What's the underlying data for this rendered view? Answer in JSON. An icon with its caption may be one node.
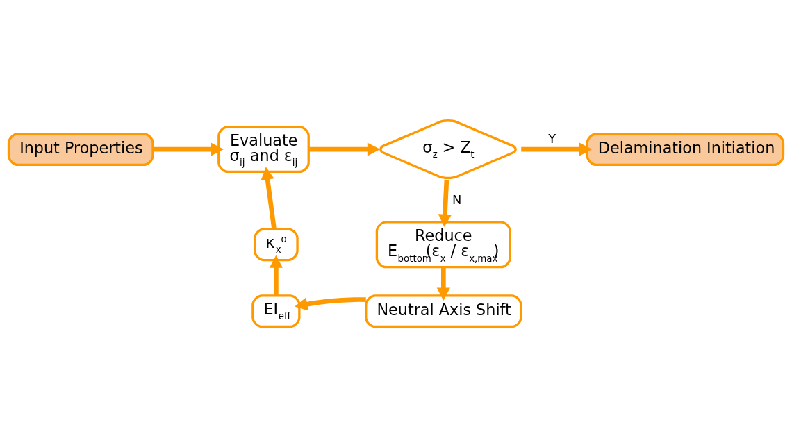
{
  "diagram": {
    "nodes": [
      {
        "text": [
          "Input Properties"
        ]
      },
      {
        "text": [
          "Evaluate",
          "σ$_{ij}$ and ε$_{ij}$"
        ]
      },
      {
        "text": [
          "σ$_{z}$ > Z$_{t}$"
        ]
      },
      {
        "text": [
          "Delamination Initiation"
        ]
      },
      {
        "text": [
          "Reduce",
          "E$_{bottom}$(ε$_{x}$ / ε$_{x,max}$)"
        ]
      },
      {
        "text": [
          "Neutral Axis Shift"
        ]
      },
      {
        "text": [
          "EI$_{eff}$"
        ]
      },
      {
        "text": [
          "κ$_{x}$$^{o}$"
        ]
      }
    ],
    "edges": [
      {
        "from": 0,
        "to": 1,
        "arrow": "to"
      },
      {
        "from": 1,
        "to": 2,
        "arrow": "to"
      },
      {
        "from": 2,
        "to": 3,
        "arrow": "to",
        "label": "Y"
      },
      {
        "from": 2,
        "to": 4,
        "arrow": "to",
        "label": "N"
      },
      {
        "from": 4,
        "to": 5,
        "arrow": "to"
      },
      {
        "from": 5,
        "to": 6,
        "arrow": "to"
      },
      {
        "from": 6,
        "to": 7,
        "arrow": "to"
      },
      {
        "from": 7,
        "to": 1,
        "arrow": "to"
      }
    ]
  }
}
